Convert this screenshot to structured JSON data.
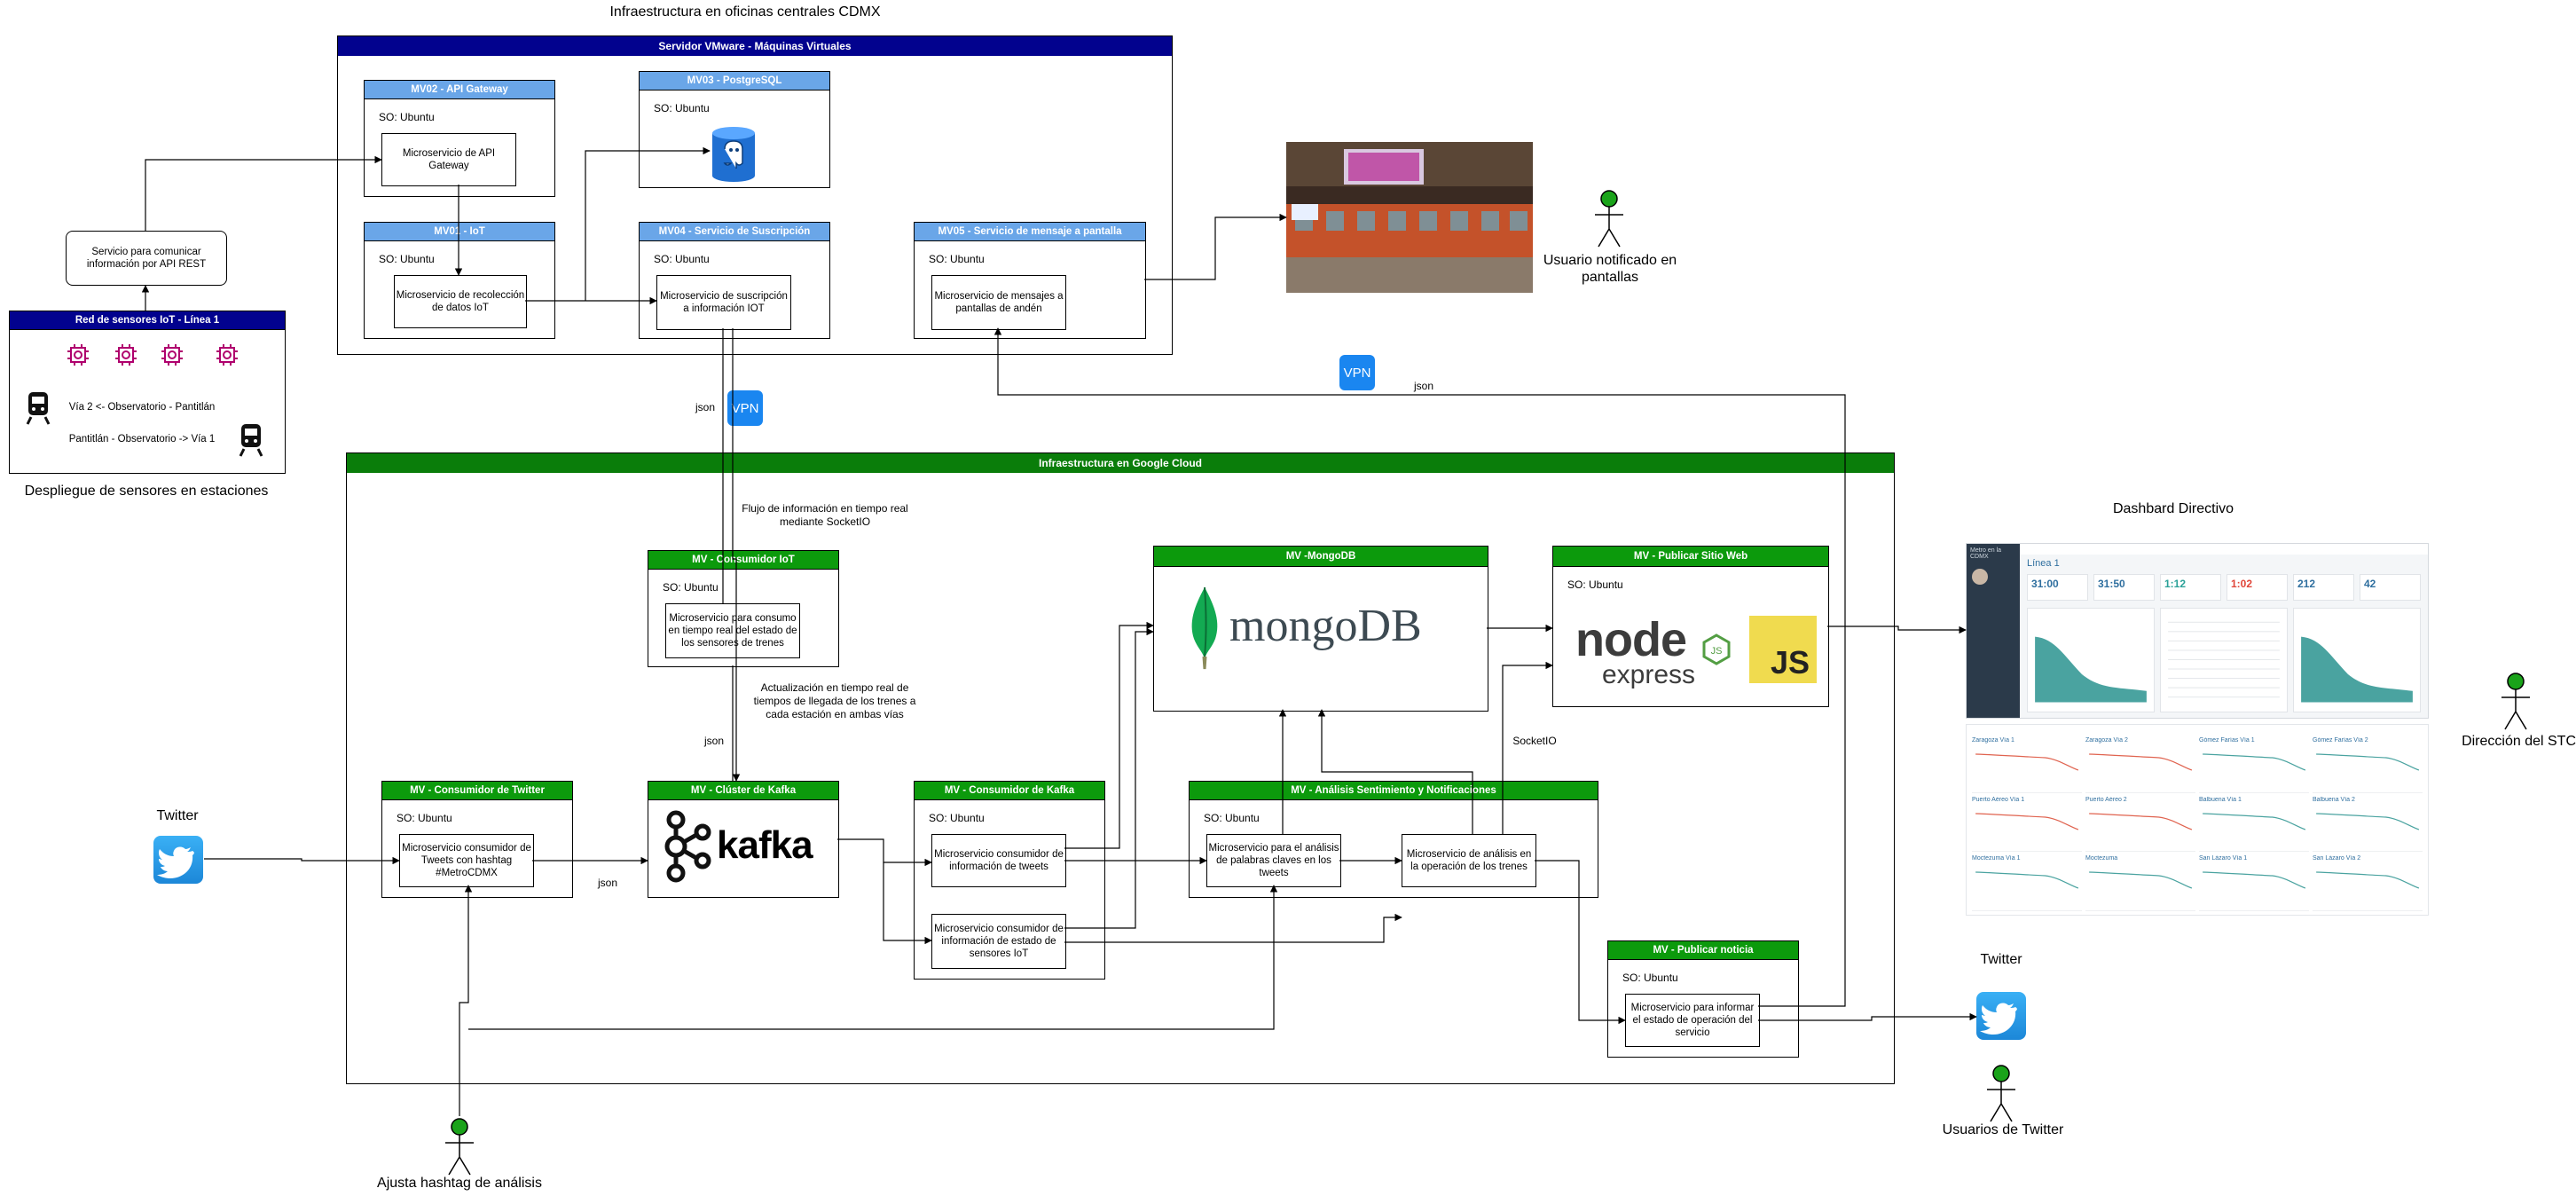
{
  "title": "Infraestructura en oficinas centrales CDMX",
  "vmware": {
    "title": "Servidor VMware - Máquinas Virtuales",
    "mv02": {
      "title": "MV02 - API Gateway",
      "so": "SO: Ubuntu",
      "svc": "Microservicio de API Gateway"
    },
    "mv01": {
      "title": "MV01 - IoT",
      "so": "SO: Ubuntu",
      "svc": "Microservicio de recolección de datos IoT"
    },
    "mv03": {
      "title": "MV03 - PostgreSQL",
      "so": "SO: Ubuntu"
    },
    "mv04": {
      "title": "MV04 - Servicio de Suscripción",
      "so": "SO: Ubuntu",
      "svc": "Microservicio de suscripción a información IOT"
    },
    "mv05": {
      "title": "MV05 - Servicio de mensaje a pantalla",
      "so": "SO: Ubuntu",
      "svc": "Microservicio de mensajes a pantallas de andén"
    }
  },
  "rest_service": "Servicio para comunicar información por API REST",
  "sensors": {
    "title": "Red de sensores IoT - Línea 1",
    "line1": "Vía 2 <- Observatorio - Pantitlán",
    "line2": "Pantitlán - Observatorio -> Vía 1",
    "caption": "Despliegue de sensores en estaciones"
  },
  "screen_user": "Usuario notificado en pantallas",
  "vpn": "VPN",
  "json": "json",
  "gcloud": {
    "title": "Infraestructura en Google Cloud",
    "flow_note": "Flujo de información en tiempo real mediante SocketIO",
    "update_note": "Actualización en tiempo real de tiempos de llegada de los trenes a cada estación en ambas vías",
    "socketio": "SocketIO",
    "iot_consumer": {
      "title": "MV - Consumidor IoT",
      "so": "SO: Ubuntu",
      "svc": "Microservicio para consumo en tiempo real del estado de los sensores de trenes"
    },
    "twitter_consumer": {
      "title": "MV - Consumidor de Twitter",
      "so": "SO: Ubuntu",
      "svc": "Microservicio consumidor de Tweets con hashtag #MetroCDMX"
    },
    "kafka_cluster": {
      "title": "MV - Clúster de Kafka",
      "logo": "kafka"
    },
    "kafka_consumer": {
      "title": "MV - Consumidor de Kafka",
      "so": "SO: Ubuntu",
      "svc1": "Microservicio consumidor de información de tweets",
      "svc2": "Microservicio consumidor de información de estado de sensores IoT"
    },
    "mongo": {
      "title": "MV -MongoDB",
      "logo": "mongoDB"
    },
    "web": {
      "title": "MV - Publicar Sitio Web",
      "so": "SO: Ubuntu",
      "node": "node",
      "express": "express",
      "js": "JS"
    },
    "analysis": {
      "title": "MV -  Análisis Sentimiento y Notificaciones",
      "so": "SO: Ubuntu",
      "svc1": "Microservicio para el análisis de palabras claves en los tweets",
      "svc2": "Microservicio de análisis en la operación de los trenes"
    },
    "news": {
      "title": "MV - Publicar noticia",
      "so": "SO: Ubuntu",
      "svc": "Microservicio para informar el estado de operación del servicio"
    }
  },
  "twitter_label": "Twitter",
  "twitter_label2": "Twitter",
  "twitter_users": "Usuarios de Twitter",
  "hashtag_actor": "Ajusta hashtag de análisis",
  "dashboard": {
    "title": "Dashbard Directivo",
    "app_name": "Metro en la CDMX",
    "heading": "Línea 1",
    "kpis": [
      {
        "value": "31:00",
        "color": "#2f6f9f"
      },
      {
        "value": "31:50",
        "color": "#2f6f9f"
      },
      {
        "value": "1:12",
        "color": "#2aa198"
      },
      {
        "value": "1:02",
        "color": "#e0463a"
      },
      {
        "value": "212",
        "color": "#2f6f9f"
      },
      {
        "value": "42",
        "color": "#2f6f9f"
      }
    ],
    "stations": [
      "Zaragoza Vía 1",
      "Zaragoza Vía 2",
      "Gómez Farías Vía 1",
      "Gómez Farías Vía 2",
      "Puerto Aéreo Vía 1",
      "Puerto Aéreo 2",
      "Balbuena Vía 1",
      "Balbuena Vía 2",
      "Moctezuma Vía 1",
      "Moctezuma",
      "San Lázaro Vía 1",
      "San Lázaro Vía 2"
    ]
  },
  "director": "Dirección del STC",
  "colors": {
    "navy": "#02028e",
    "green": "#0a7d0a",
    "vm_blue": "#6aa6e8",
    "vm_green": "#0c9a0c",
    "sensor_red": "#b0006e"
  }
}
